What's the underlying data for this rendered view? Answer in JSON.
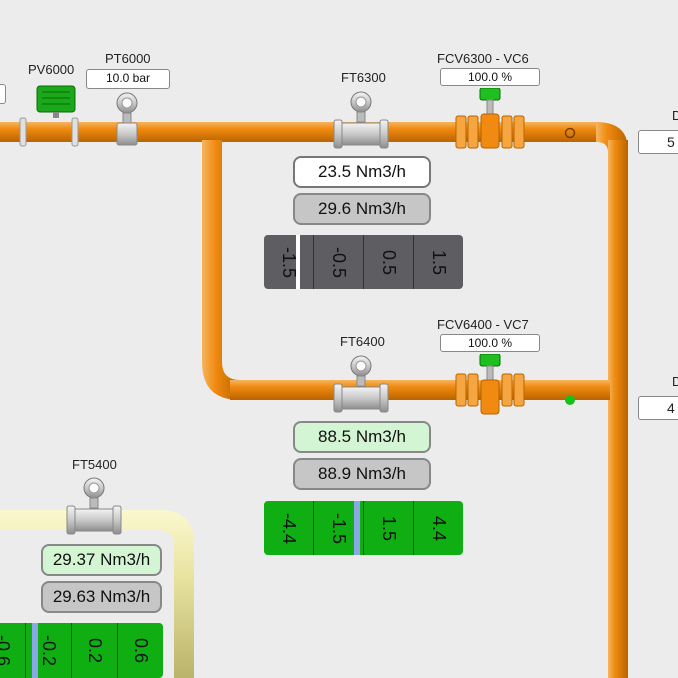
{
  "colors": {
    "pipe_orange": "#f08c12",
    "pipe_yellow": "#e8e3a0",
    "good_green": "#0fae12",
    "dark_panel": "#5d5d62",
    "valve_green": "#18b318"
  },
  "left_edge_value": "",
  "pv6000": {
    "tag": "PV6000",
    "icon": "actuator-valve-icon"
  },
  "pt6000": {
    "tag": "PT6000",
    "value": "10.0 bar"
  },
  "ft6300": {
    "tag": "FT6300",
    "pv": "23.5 Nm3/h",
    "sp": "29.6 Nm3/h",
    "scale": [
      "-1.5",
      "-0.5",
      "0.5",
      "1.5"
    ]
  },
  "fcv6300": {
    "tag": "FCV6300 - VC6",
    "value": "100.0 %"
  },
  "ft6400": {
    "tag": "FT6400",
    "pv": "88.5 Nm3/h",
    "sp": "88.9 Nm3/h",
    "scale": [
      "-4.4",
      "-1.5",
      "1.5",
      "4.4"
    ]
  },
  "fcv6400": {
    "tag": "FCV6400 - VC7",
    "value": "100.0 %"
  },
  "ft5400": {
    "tag": "FT5400",
    "pv": "29.37 Nm3/h",
    "sp": "29.63 Nm3/h",
    "scale": [
      "-0.6",
      "-0.2",
      "0.2",
      "0.6"
    ]
  },
  "right_edge": {
    "top_tag": "D",
    "top_value": "5",
    "bottom_tag": "D",
    "bottom_value": "4"
  }
}
